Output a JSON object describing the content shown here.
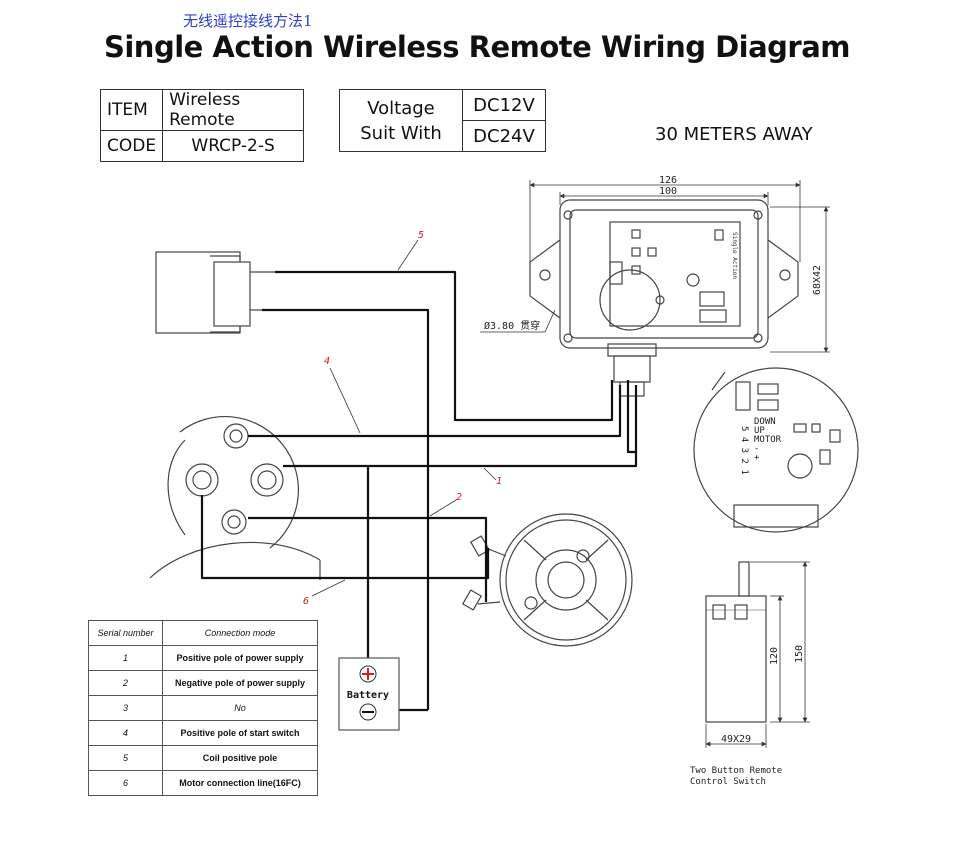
{
  "header": {
    "chinese_title": "无线遥控接线方法1",
    "title": "Single Action Wireless Remote Wiring Diagram"
  },
  "spec": {
    "item_label": "ITEM",
    "item_value": "Wireless Remote",
    "code_label": "CODE",
    "code_value": "WRCP-2-S",
    "voltage_label_1": "Voltage",
    "voltage_label_2": "Suit With",
    "voltage_1": "DC12V",
    "voltage_2": "DC24V",
    "distance": "30 METERS AWAY"
  },
  "dimensions": {
    "width_outer": "126",
    "width_inner": "100",
    "height": "68X42",
    "hole": "Ø3.80 贯穿",
    "remote_height_inner": "120",
    "remote_height_outer": "150",
    "remote_width": "49X29"
  },
  "wire_labels": [
    "5",
    "4",
    "1",
    "2",
    "6"
  ],
  "board_labels": {
    "pins": "5 4 3 2 1",
    "down": "DOWN",
    "up": "UP",
    "motor": "MOTOR",
    "plus": "+",
    "minus": "-",
    "vertical_text": "Single Action"
  },
  "battery": {
    "label": "Battery",
    "plus": "+",
    "minus": "−"
  },
  "remote": {
    "caption_1": "Two Button Remote",
    "caption_2": "Control Switch"
  },
  "serial_table": {
    "headers": [
      "Serial number",
      "Connection mode"
    ],
    "rows": [
      {
        "num": "1",
        "mode": "Positive pole of power supply"
      },
      {
        "num": "2",
        "mode": "Negative pole of power supply"
      },
      {
        "num": "3",
        "mode": "No"
      },
      {
        "num": "4",
        "mode": "Positive pole of start switch"
      },
      {
        "num": "5",
        "mode": "Coil positive pole"
      },
      {
        "num": "6",
        "mode": "Motor connection line(16FC)"
      }
    ]
  },
  "colors": {
    "wire": "#111111",
    "label_red": "#cc2222",
    "chinese_title_blue": "#2b3fd0"
  }
}
